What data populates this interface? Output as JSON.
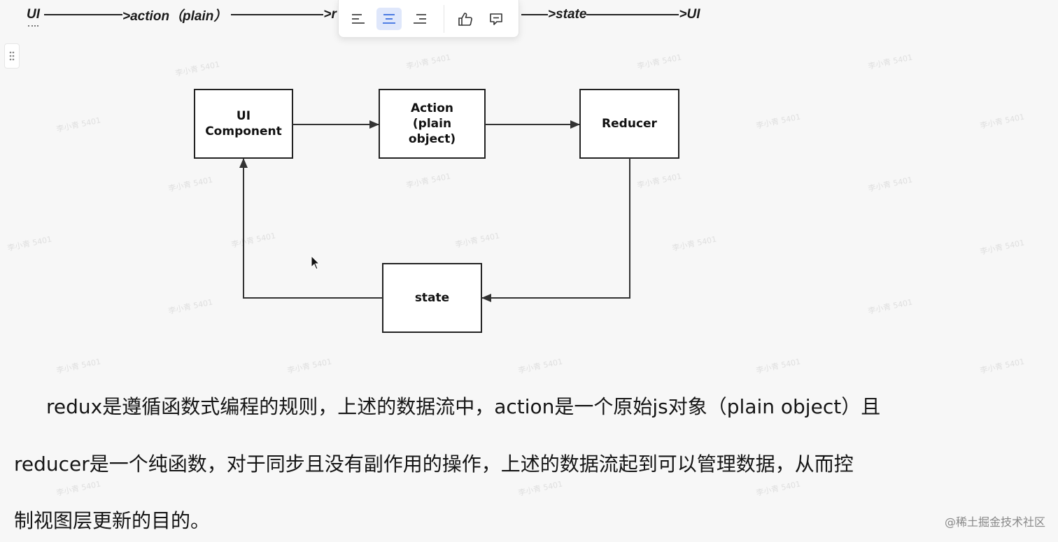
{
  "heading": {
    "ui_left": "UI",
    "action": ">action（plain）",
    "partial": ">r",
    "state": ">state",
    "ui_right": ">UI"
  },
  "toolbar": {
    "items": [
      {
        "name": "align-left-icon",
        "active": false
      },
      {
        "name": "align-center-icon",
        "active": true
      },
      {
        "name": "align-right-icon",
        "active": false
      },
      {
        "name": "thumbs-up-icon",
        "active": false
      },
      {
        "name": "comment-icon",
        "active": false
      }
    ],
    "active_color": "#dfe7fb"
  },
  "diagram": {
    "nodes": {
      "ui_component": "UI\nComponent",
      "action": "Action\n(plain\nobject)",
      "reducer": "Reducer",
      "state": "state"
    }
  },
  "paragraph": {
    "line1": "redux是遵循函数式编程的规则，上述的数据流中，action是一个原始js对象（plain object）且",
    "line2": "reducer是一个纯函数，对于同步且没有副作用的操作，上述的数据流起到可以管理数据，从而控",
    "line3": "制视图层更新的目的。"
  },
  "brand_watermark": "@稀土掘金技术社区",
  "faint_watermark": "李小青 5401"
}
